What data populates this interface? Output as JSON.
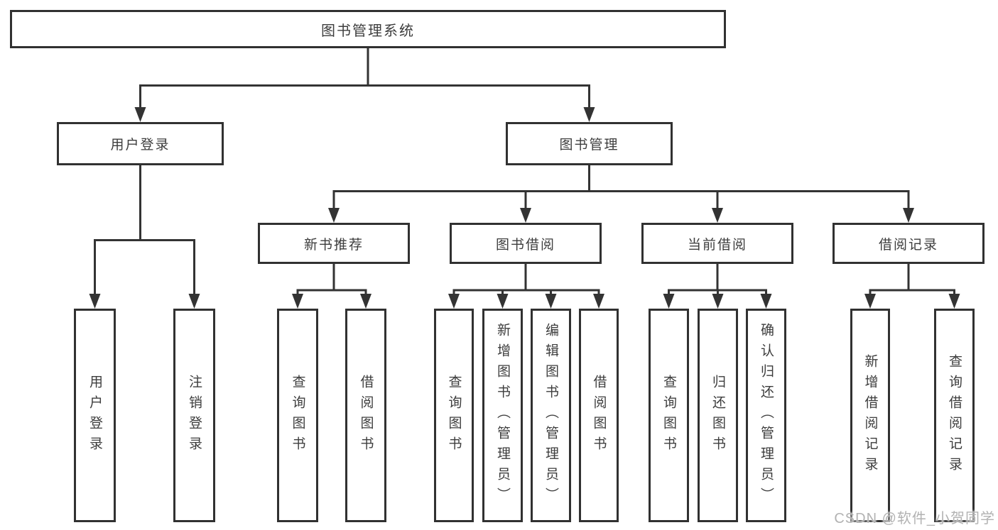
{
  "diagram": {
    "type": "hierarchy-tree",
    "title": "图书管理系统",
    "structure": "图书管理系统 → (用户登录, 图书管理); 用户登录 → (用户登录, 注销登录); 图书管理 → (新书推荐, 图书借阅, 当前借阅, 借阅记录)"
  },
  "nodes": {
    "root": {
      "label": "图书管理系统"
    },
    "user_login": {
      "label": "用户登录"
    },
    "book_mgmt": {
      "label": "图书管理"
    },
    "new_book_rec": {
      "label": "新书推荐"
    },
    "book_borrow": {
      "label": "图书借阅"
    },
    "current_borrow": {
      "label": "当前借阅"
    },
    "borrow_records": {
      "label": "借阅记录"
    },
    "leaf_user_login": {
      "label": "用户登录"
    },
    "leaf_logout": {
      "label": "注销登录"
    },
    "leaf_query_book_1": {
      "label": "查询图书"
    },
    "leaf_borrow_book_1": {
      "label": "借阅图书"
    },
    "leaf_query_book_2": {
      "label": "查询图书"
    },
    "leaf_add_book": {
      "label": "新增图书（管理员）"
    },
    "leaf_edit_book": {
      "label": "编辑图书（管理员）"
    },
    "leaf_borrow_book_2": {
      "label": "借阅图书"
    },
    "leaf_query_book_3": {
      "label": "查询图书"
    },
    "leaf_return_book": {
      "label": "归还图书"
    },
    "leaf_confirm_return": {
      "label": "确认归还（管理员）"
    },
    "leaf_add_record": {
      "label": "新增借阅记录"
    },
    "leaf_query_record": {
      "label": "查询借阅记录"
    }
  },
  "colors": {
    "line": "#333333",
    "box_border": "#313131",
    "box_background": "#ffffff",
    "text": "#3d3d3d",
    "watermark": "#b2b2b2"
  },
  "watermark": "CSDN @软件_小贺同学"
}
